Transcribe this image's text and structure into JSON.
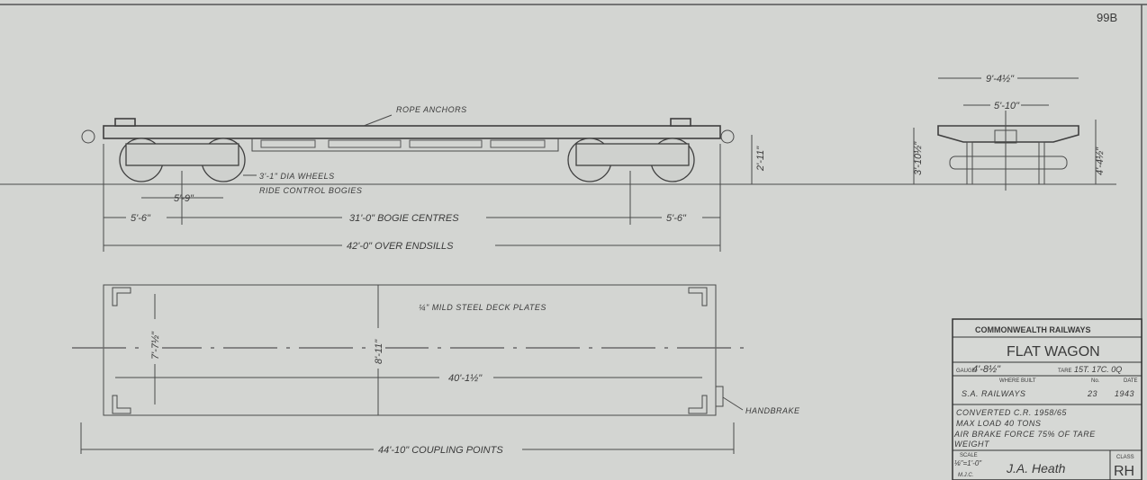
{
  "sheet_number": "99B",
  "side_view": {
    "rope_anchors": "ROPE ANCHORS",
    "wheels": "3'-1\" DIA WHEELS",
    "bogies": "RIDE CONTROL BOGIES",
    "wheelbase": "5'-9\"",
    "overhang_left": "5'-6\"",
    "bogie_centres": "31'-0\" BOGIE CENTRES",
    "overhang_right": "5'-6\"",
    "over_endsills": "42'-0\" OVER ENDSILLS",
    "deck_height": "2'-11\""
  },
  "end_view": {
    "overall_width": "9'-4½\"",
    "inner_width": "5'-10\"",
    "left_height": "3'-10½\"",
    "right_height": "4'-4½\""
  },
  "plan_view": {
    "deck_plates": "¼\" MILD STEEL DECK PLATES",
    "stanchion_spacing": "7'-7½\"",
    "deck_width": "8'-11\"",
    "deck_length": "40'-1½\"",
    "handbrake": "HANDBRAKE",
    "coupling_points": "44'-10\" COUPLING POINTS"
  },
  "title_block": {
    "organisation": "COMMONWEALTH RAILWAYS",
    "title": "FLAT WAGON",
    "gauge_label": "GAUGE",
    "gauge_value": "4'-8½\"",
    "tare_label": "TARE",
    "tare_value": "15T. 17C. 0Q",
    "where_built_label": "WHERE BUILT",
    "no_label": "No.",
    "date_label": "DATE",
    "where_built": "S.A. RAILWAYS",
    "number": "23",
    "date": "1943",
    "notes": [
      "CONVERTED C.R. 1958/65",
      "MAX LOAD 40 TONS",
      "AIR BRAKE FORCE 75% OF TARE",
      "WEIGHT"
    ],
    "scale_label": "SCALE",
    "scale_value": "⅛\"=1'-0\"",
    "drawn_by": "M.J.C.",
    "signature": "J.A. Heath",
    "class_label": "CLASS",
    "class_value": "RH"
  }
}
